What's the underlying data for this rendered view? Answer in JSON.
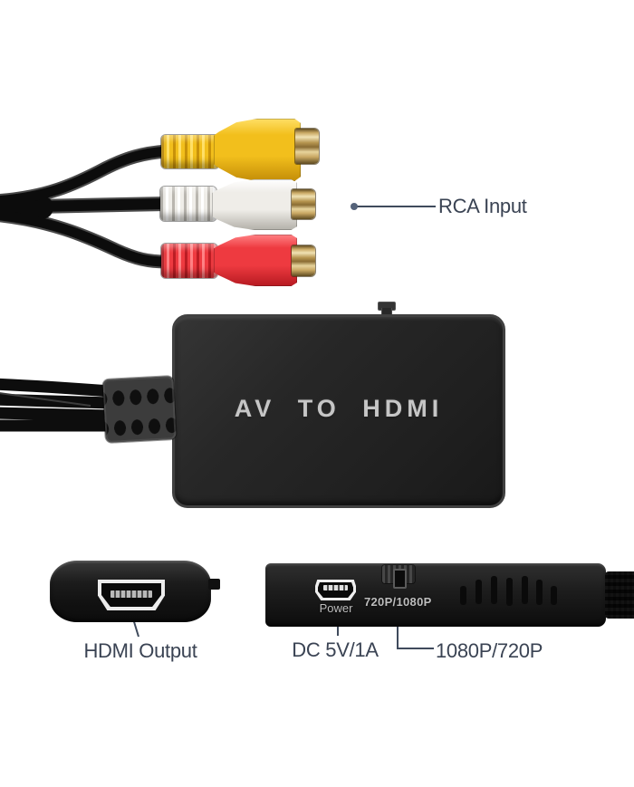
{
  "device": {
    "case_print": "AV TO HDMI",
    "power_port_print": "Power",
    "switch_print": "720P/1080P"
  },
  "annotations": {
    "rca_input": "RCA Input",
    "hdmi_output": "HDMI Output",
    "dc_power": "DC 5V/1A",
    "resolution_switch": "1080P/720P"
  },
  "connectors": [
    {
      "name": "composite-video-jack",
      "color": "#f2bf1c"
    },
    {
      "name": "audio-left-jack",
      "color": "#efede8"
    },
    {
      "name": "audio-right-jack",
      "color": "#ee3a40"
    }
  ],
  "colors": {
    "background": "#ffffff",
    "annotation_text": "#3a4353",
    "annotation_line": "#3f4a5c",
    "callout_dot_blue": "#4a80b8",
    "device_case_print": "#c6c6c6",
    "brass_barrel": "#c2a266",
    "cable_black": "#0c0c0c"
  }
}
